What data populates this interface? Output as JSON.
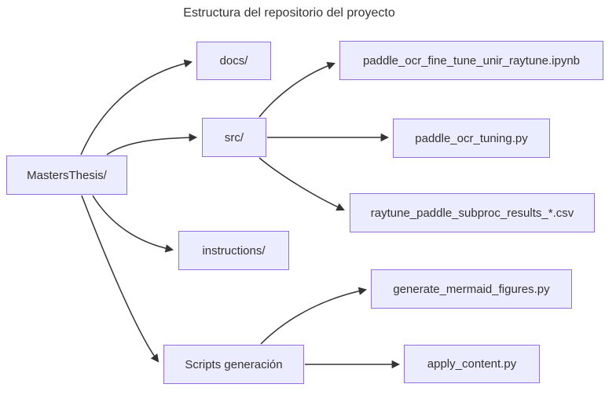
{
  "diagram": {
    "title": "Estructura del repositorio del proyecto",
    "colors": {
      "node_fill": "#ECECFF",
      "node_border": "#9370DB",
      "edge": "#333333",
      "text": "#333333",
      "background": "#ffffff"
    },
    "nodes": [
      {
        "id": "root",
        "label": "MastersThesis/"
      },
      {
        "id": "docs",
        "label": "docs/"
      },
      {
        "id": "src",
        "label": "src/"
      },
      {
        "id": "notebook",
        "label": "paddle_ocr_fine_tune_unir_raytune.ipynb"
      },
      {
        "id": "tuning",
        "label": "paddle_ocr_tuning.py"
      },
      {
        "id": "results",
        "label": "raytune_paddle_subproc_results_*.csv"
      },
      {
        "id": "instructions",
        "label": "instructions/"
      },
      {
        "id": "scripts",
        "label": "Scripts generación"
      },
      {
        "id": "mermaid",
        "label": "generate_mermaid_figures.py"
      },
      {
        "id": "apply",
        "label": "apply_content.py"
      }
    ],
    "edges": [
      {
        "from": "root",
        "to": "docs"
      },
      {
        "from": "root",
        "to": "src"
      },
      {
        "from": "root",
        "to": "instructions"
      },
      {
        "from": "root",
        "to": "scripts"
      },
      {
        "from": "src",
        "to": "notebook"
      },
      {
        "from": "src",
        "to": "tuning"
      },
      {
        "from": "src",
        "to": "results"
      },
      {
        "from": "scripts",
        "to": "mermaid"
      },
      {
        "from": "scripts",
        "to": "apply"
      }
    ]
  }
}
